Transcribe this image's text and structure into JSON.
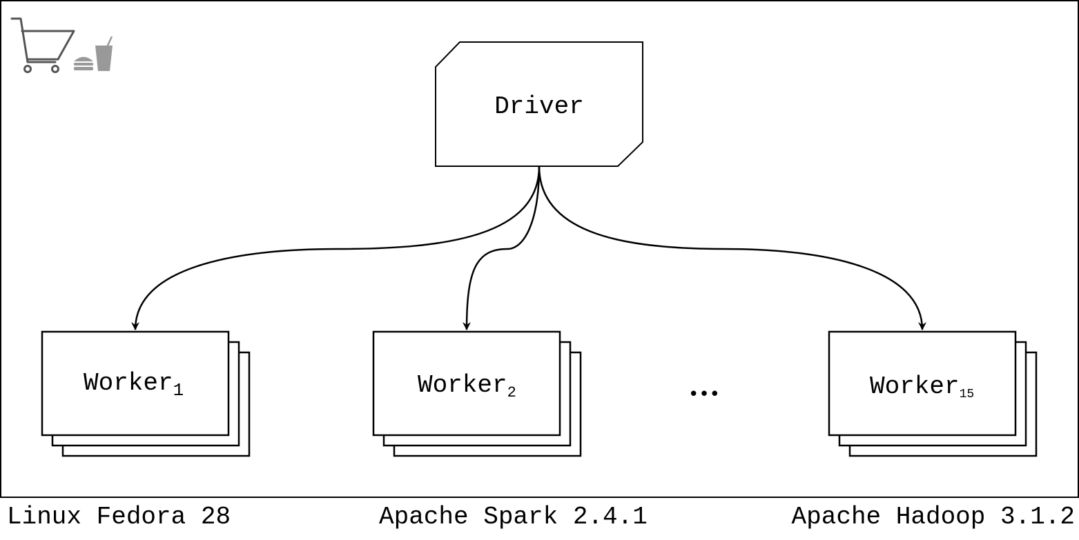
{
  "driver": {
    "label": "Driver"
  },
  "workers": [
    {
      "base": "Worker",
      "sub": "1"
    },
    {
      "base": "Worker",
      "sub": "2"
    },
    {
      "base": "Worker",
      "sub": "15"
    }
  ],
  "ellipsis": "•••",
  "footer": {
    "os": "Linux Fedora 28",
    "spark": "Apache Spark 2.4.1",
    "hadoop": "Apache Hadoop 3.1.2"
  },
  "icons": [
    "shopping-cart-icon",
    "burger-icon",
    "drink-cup-icon"
  ],
  "colors": {
    "stroke": "#000000",
    "fill": "#ffffff",
    "icon": "#8a8a8a"
  }
}
